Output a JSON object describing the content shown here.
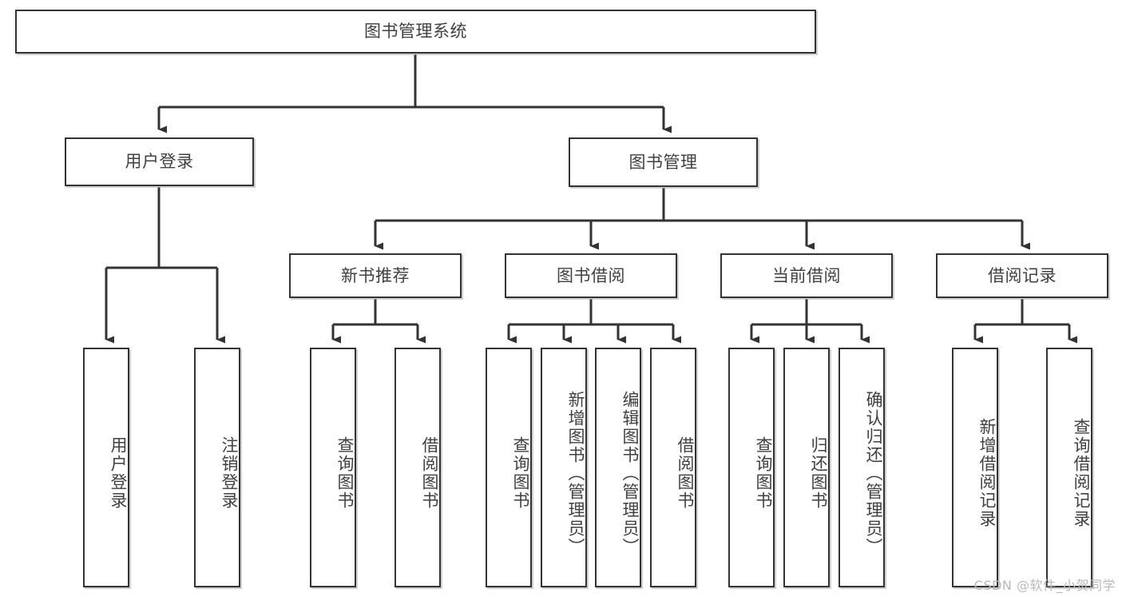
{
  "diagram": {
    "title": "图书管理系统",
    "type": "functional-structure-tree",
    "watermark": "CSDN @软件_小贺同学",
    "colors": {
      "box_border": "#333333",
      "box_fill": "#ffffff",
      "text": "#404040",
      "connector": "#333333",
      "shadow": "#aaaaaa",
      "watermark": "#b9b9b9"
    },
    "root": {
      "label": "图书管理系统"
    },
    "level2": [
      {
        "id": "user-login",
        "label": "用户登录"
      },
      {
        "id": "book-manage",
        "label": "图书管理"
      }
    ],
    "level3": [
      {
        "id": "new-book-recommend",
        "label": "新书推荐",
        "parent": "book-manage"
      },
      {
        "id": "book-borrow",
        "label": "图书借阅",
        "parent": "book-manage"
      },
      {
        "id": "current-borrow",
        "label": "当前借阅",
        "parent": "book-manage"
      },
      {
        "id": "borrow-record",
        "label": "借阅记录",
        "parent": "book-manage"
      }
    ],
    "leaves": [
      {
        "id": "leaf-user-login",
        "label": "用户登录",
        "parent": "user-login"
      },
      {
        "id": "leaf-logout-login",
        "label": "注销登录",
        "parent": "user-login"
      },
      {
        "id": "leaf-query-book-1",
        "label": "查询图书",
        "parent": "new-book-recommend"
      },
      {
        "id": "leaf-borrow-book-1",
        "label": "借阅图书",
        "parent": "new-book-recommend"
      },
      {
        "id": "leaf-query-book-2",
        "label": "查询图书",
        "parent": "book-borrow"
      },
      {
        "id": "leaf-add-book",
        "label": "新增图书（管理员）",
        "parent": "book-borrow"
      },
      {
        "id": "leaf-edit-book",
        "label": "编辑图书（管理员）",
        "parent": "book-borrow"
      },
      {
        "id": "leaf-borrow-book-2",
        "label": "借阅图书",
        "parent": "book-borrow"
      },
      {
        "id": "leaf-query-book-3",
        "label": "查询图书",
        "parent": "current-borrow"
      },
      {
        "id": "leaf-return-book",
        "label": "归还图书",
        "parent": "current-borrow"
      },
      {
        "id": "leaf-confirm-return",
        "label": "确认归还（管理员）",
        "parent": "current-borrow"
      },
      {
        "id": "leaf-add-borrow-record",
        "label": "新增借阅记录",
        "parent": "borrow-record"
      },
      {
        "id": "leaf-query-borrow-record",
        "label": "查询借阅记录",
        "parent": "borrow-record"
      }
    ]
  }
}
